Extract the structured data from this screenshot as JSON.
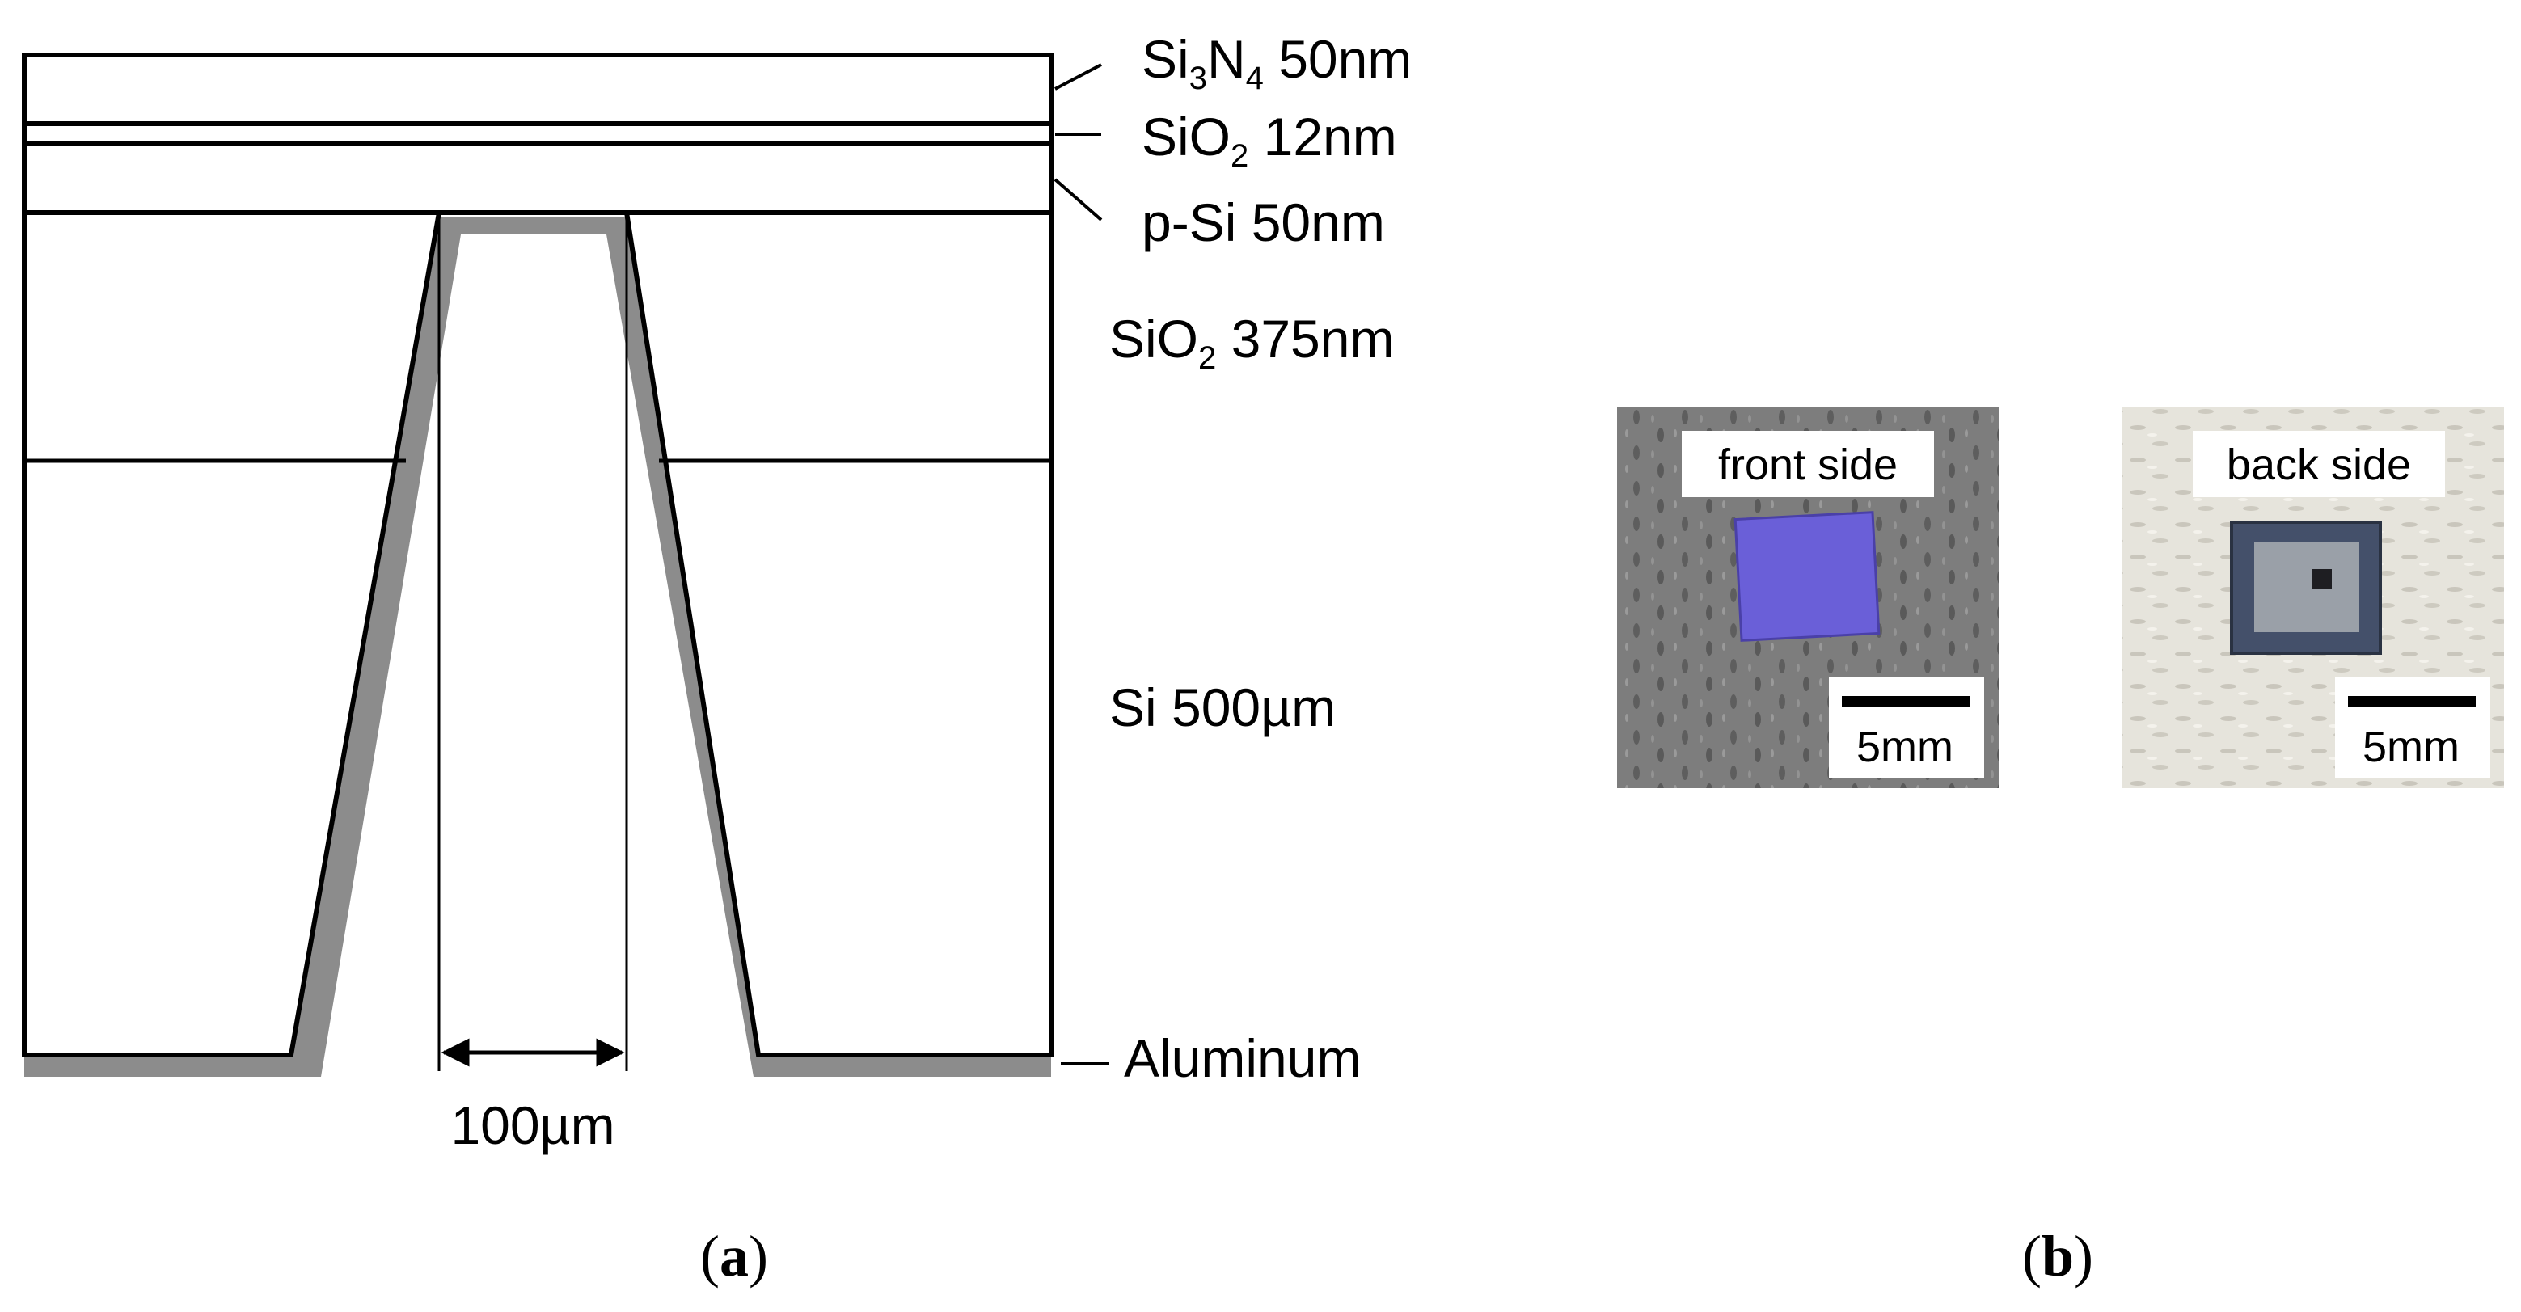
{
  "panel_a": {
    "paren_open": "(",
    "letter": "a",
    "paren_close": ")",
    "layers": {
      "si3n4": {
        "prefix": "Si",
        "sub1": "3",
        "mid": "N",
        "sub2": "4",
        "suffix": " 50nm"
      },
      "sio2_thin": {
        "prefix": "SiO",
        "sub": "2",
        "suffix": " 12nm"
      },
      "psi": {
        "text": "p-Si 50nm"
      },
      "sio2_thick": {
        "prefix": "SiO",
        "sub": "2",
        "suffix": " 375nm"
      },
      "si": {
        "text": "Si 500µm"
      },
      "aluminum": {
        "text": "Aluminum"
      }
    },
    "opening_width": "100µm",
    "colors": {
      "outline": "#000000",
      "aluminum_coating": "#8c8c8c"
    }
  },
  "panel_b": {
    "paren_open": "(",
    "letter": "b",
    "paren_close": ")",
    "photos": [
      {
        "caption": "front side",
        "scale_bar": "5mm"
      },
      {
        "caption": "back side",
        "scale_bar": "5mm"
      }
    ],
    "colors": {
      "chip_front": "#6a5fd8",
      "chip_back": "#44506a"
    }
  }
}
